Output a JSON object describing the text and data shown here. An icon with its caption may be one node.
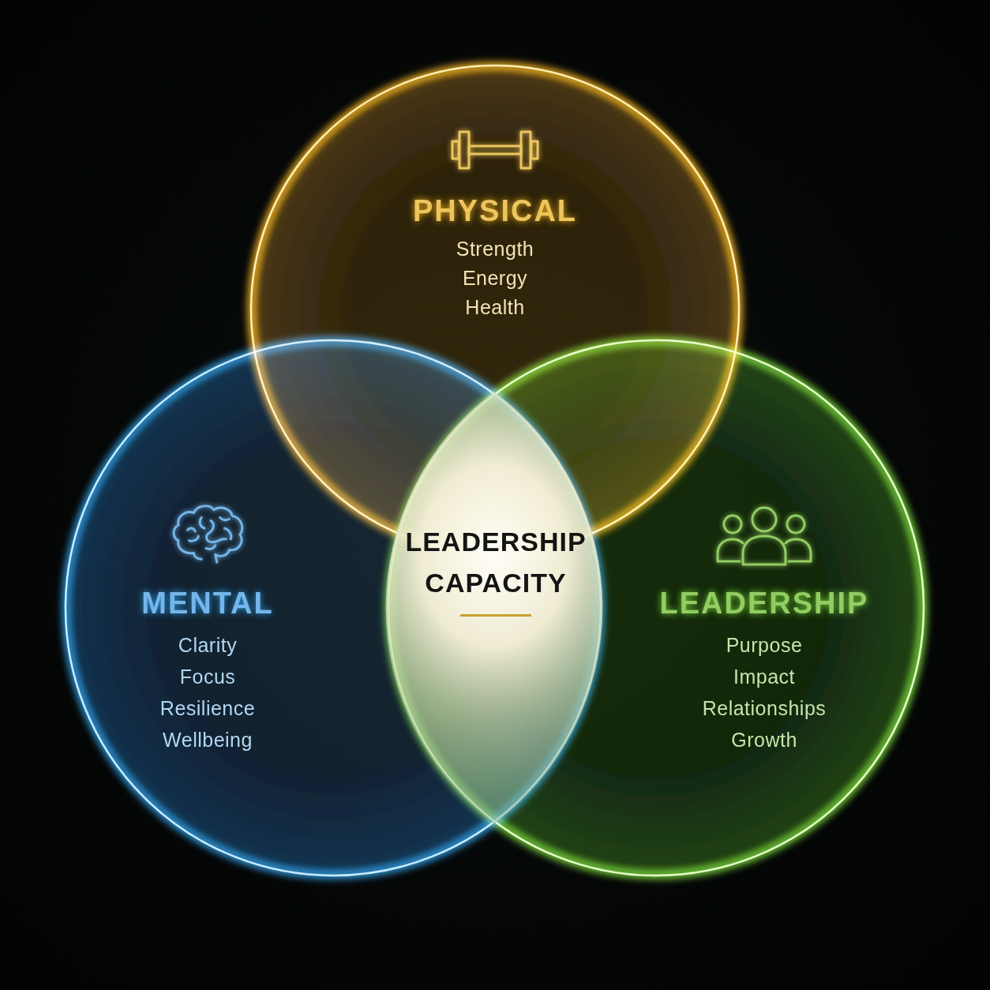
{
  "diagram": {
    "nodes": [
      {
        "text": [
          "PHYSICAL",
          "Strength",
          "Energy",
          "Health"
        ]
      },
      {
        "text": [
          "MENTAL",
          "Clarity",
          "Focus",
          "Resilience",
          "Wellbeing"
        ]
      },
      {
        "text": [
          "LEADERSHIP CAPACITY"
        ]
      },
      {
        "text": [
          "LEADERSHIP",
          "Purpose",
          "Impact",
          "Relationships",
          "Growth"
        ]
      }
    ]
  }
}
